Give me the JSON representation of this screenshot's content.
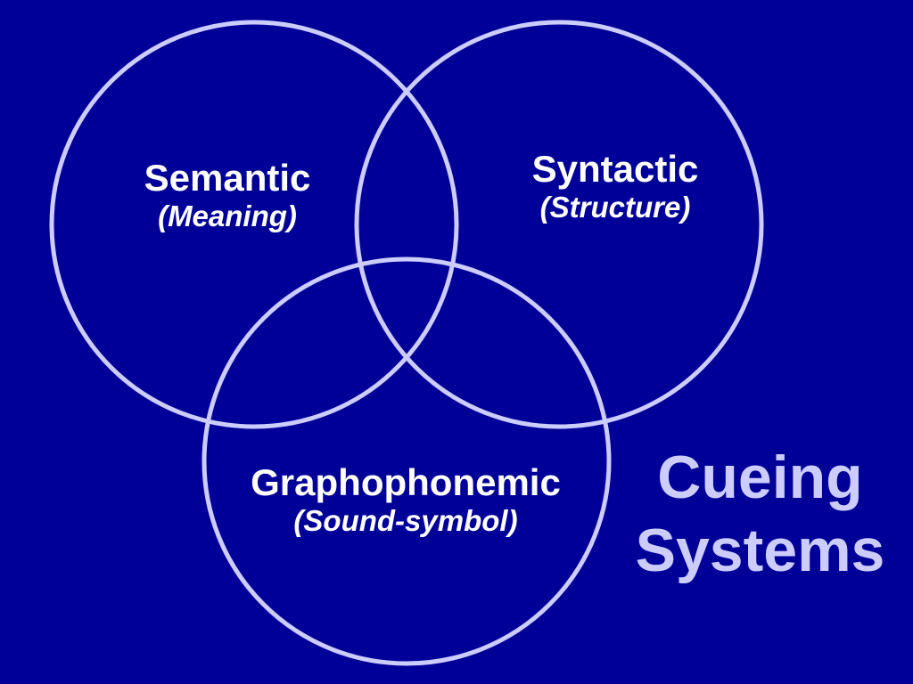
{
  "colors": {
    "background": "#000099",
    "circle_stroke": "#ccccff",
    "label_text": "#ffffff",
    "title_text": "#ccccff"
  },
  "circles": [
    {
      "name": "Semantic",
      "subtitle": "(Meaning)"
    },
    {
      "name": "Syntactic",
      "subtitle": "(Structure)"
    },
    {
      "name": "Graphophonemic",
      "subtitle": "(Sound-symbol)"
    }
  ],
  "title": {
    "line1": "Cueing",
    "line2": "Systems"
  }
}
